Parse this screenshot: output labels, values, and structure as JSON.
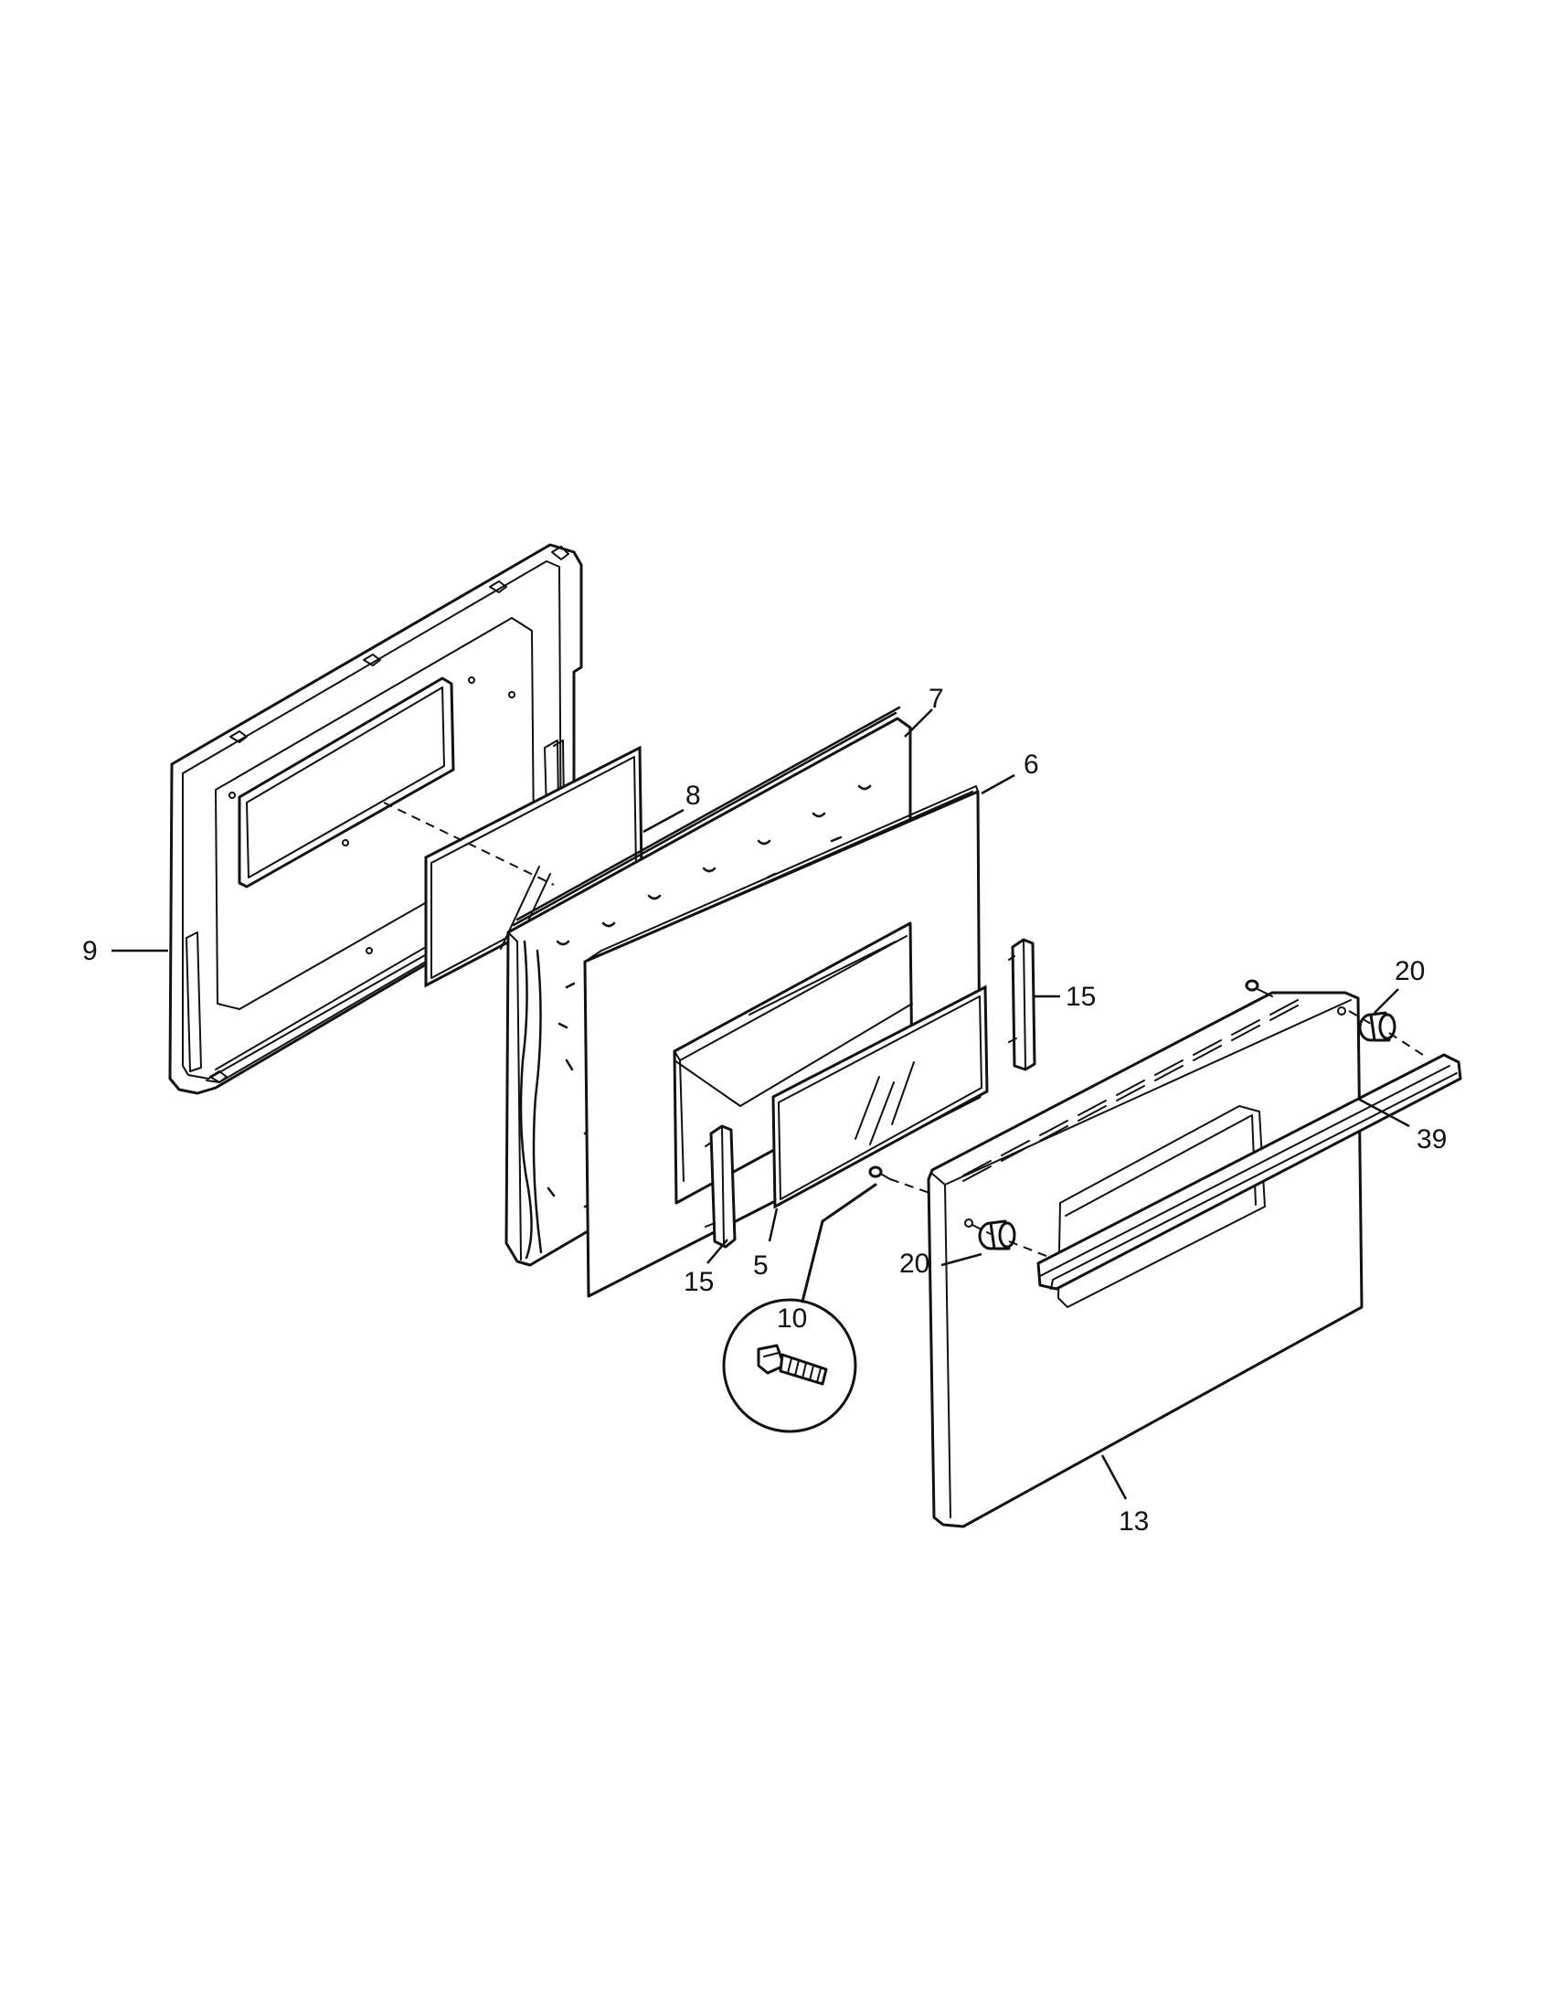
{
  "callouts": [
    {
      "id": "9",
      "text": "9"
    },
    {
      "id": "8",
      "text": "8"
    },
    {
      "id": "7",
      "text": "7"
    },
    {
      "id": "6",
      "text": "6"
    },
    {
      "id": "15a",
      "text": "15"
    },
    {
      "id": "15b",
      "text": "15"
    },
    {
      "id": "5",
      "text": "5"
    },
    {
      "id": "10",
      "text": "10"
    },
    {
      "id": "20a",
      "text": "20"
    },
    {
      "id": "20b",
      "text": "20"
    },
    {
      "id": "39",
      "text": "39"
    },
    {
      "id": "13",
      "text": "13"
    }
  ],
  "colors": {
    "ink": "#111111",
    "paper": "#ffffff"
  }
}
